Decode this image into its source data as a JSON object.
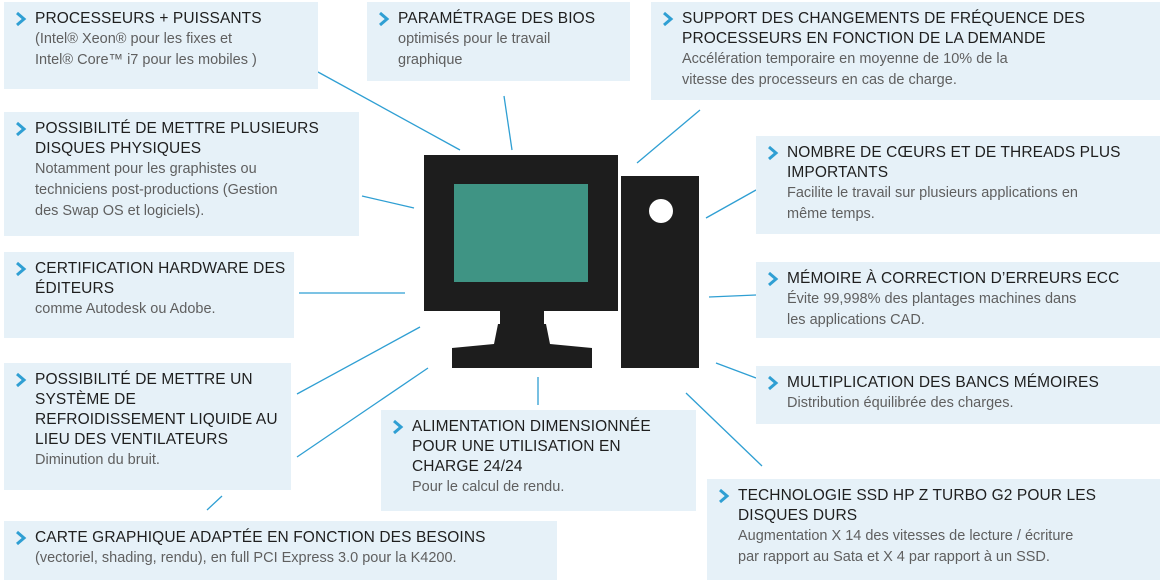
{
  "colors": {
    "box_bg": "#e6f1f8",
    "accent": "#2f9fd3",
    "icon": "#1d1d1d",
    "screen": "#3f9484"
  },
  "icons": {
    "bullet": "chevron-right-icon",
    "center": "desktop-computer-icon"
  },
  "features": [
    {
      "id": "processeurs",
      "title": "PROCESSEURS + PUISSANTS",
      "desc_lines": [
        "(Intel® Xeon® pour les fixes et",
        "Intel® Core™ i7 pour les mobiles )"
      ]
    },
    {
      "id": "bios",
      "title": "PARAMÉTRAGE DES BIOS",
      "desc_lines": [
        "optimisés pour le travail",
        "graphique"
      ]
    },
    {
      "id": "frequence",
      "title": "SUPPORT DES CHANGEMENTS DE FRÉQUENCE DES PROCESSEURS EN FONCTION DE LA DEMANDE",
      "desc_lines": [
        "Accélération temporaire en moyenne de 10% de la",
        "vitesse des processeurs en cas de charge."
      ]
    },
    {
      "id": "disques",
      "title": "POSSIBILITÉ DE METTRE PLUSIEURS DISQUES PHYSIQUES",
      "desc_lines": [
        "Notamment pour les graphistes ou",
        "techniciens post-productions (Gestion",
        "des Swap OS et logiciels)."
      ]
    },
    {
      "id": "coeurs",
      "title": "NOMBRE DE CŒURS ET DE THREADS PLUS IMPORTANTS",
      "desc_lines": [
        "Facilite le travail sur plusieurs applications en",
        "même temps."
      ]
    },
    {
      "id": "certification",
      "title": "CERTIFICATION HARDWARE DES ÉDITEURS",
      "desc_lines": [
        "comme Autodesk ou Adobe."
      ]
    },
    {
      "id": "ecc",
      "title": "MÉMOIRE À CORRECTION D’ERREURS ECC",
      "desc_lines": [
        "Évite 99,998% des plantages machines dans",
        "les applications CAD."
      ]
    },
    {
      "id": "refroidissement",
      "title": "POSSIBILITÉ DE METTRE UN SYSTÈME DE REFROIDISSEMENT LIQUIDE AU LIEU DES VENTILATEURS",
      "desc_lines": [
        "Diminution du bruit."
      ]
    },
    {
      "id": "bancs",
      "title": "MULTIPLICATION DES BANCS MÉMOIRES",
      "desc_lines": [
        "Distribution équilibrée des charges."
      ]
    },
    {
      "id": "alimentation",
      "title": "ALIMENTATION DIMENSIONNÉE POUR UNE UTILISATION EN CHARGE 24/24",
      "desc_lines": [
        "Pour le calcul de rendu."
      ]
    },
    {
      "id": "ssd",
      "title": "TECHNOLOGIE SSD HP Z TURBO G2 POUR LES DISQUES DURS",
      "desc_lines": [
        "Augmentation X 14 des vitesses de lecture / écriture",
        "par rapport au Sata et X 4 par rapport à un SSD."
      ]
    },
    {
      "id": "carte",
      "title": "CARTE GRAPHIQUE ADAPTÉE EN FONCTION DES BESOINS",
      "desc_lines": [
        "(vectoriel, shading, rendu), en full PCI Express 3.0 pour la K4200."
      ]
    }
  ]
}
